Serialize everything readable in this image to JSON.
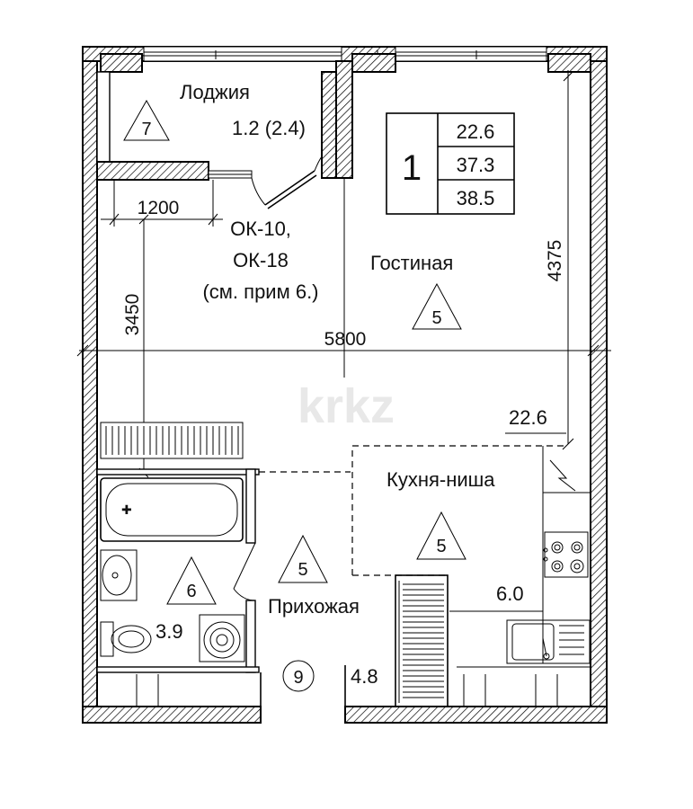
{
  "summary_table": {
    "room_count": "1",
    "areas": [
      "22.6",
      "37.3",
      "38.5"
    ]
  },
  "rooms": {
    "loggia": {
      "name": "Лоджия",
      "area": "1.2 (2.4)",
      "marker": "7"
    },
    "living": {
      "name": "Гостиная",
      "area": "22.6",
      "marker": "5"
    },
    "kitchen": {
      "name": "Кухня-ниша",
      "area": "6.0",
      "marker": "5"
    },
    "hallway": {
      "name": "Прихожая",
      "area": "4.8",
      "marker": "5"
    },
    "bathroom": {
      "area": "3.9",
      "marker": "6"
    }
  },
  "window_note": {
    "line1": "ОК-10,",
    "line2": "ОК-18",
    "line3": "(см. прим 6.)"
  },
  "dimensions": {
    "loggia_width": "1200",
    "living_height": "3450",
    "total_width": "5800",
    "right_height": "4375"
  },
  "entrance_marker": "9",
  "watermark": "krkz",
  "colors": {
    "line": "#000000",
    "background": "#ffffff",
    "watermark": "#e6e6e6"
  }
}
